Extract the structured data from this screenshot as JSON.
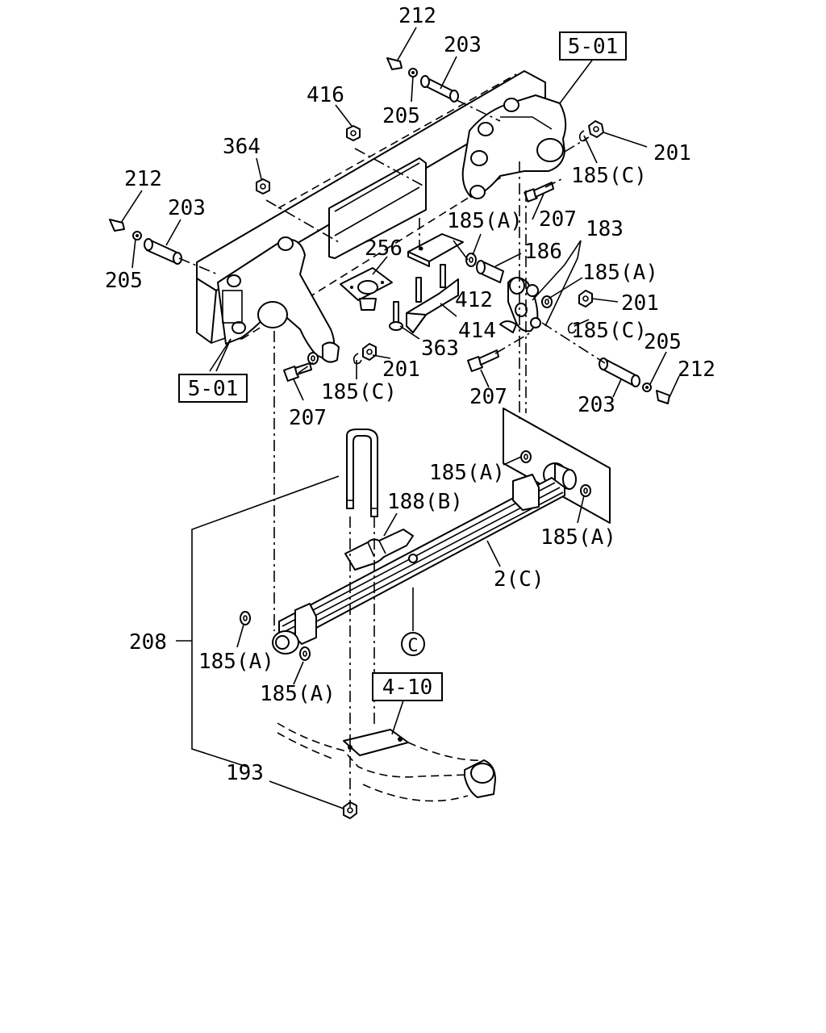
{
  "labels": {
    "p212_top": "212",
    "p203_top": "203",
    "p205_top": "205",
    "p416": "416",
    "p364": "364",
    "p212_left": "212",
    "p203_left": "203",
    "p205_left": "205",
    "p201_right": "201",
    "p185c_topright": "185(C)",
    "p207_right": "207",
    "p185a_mid": "185(A)",
    "p186": "186",
    "p183": "183",
    "p185a_shackle": "185(A)",
    "p256": "256",
    "p412": "412",
    "p414": "414",
    "p201_shackle": "201",
    "p185c_shackle": "185(C)",
    "p205_right": "205",
    "p212_right": "212",
    "p363": "363",
    "p201_mid": "201",
    "p185c_mid": "185(C)",
    "p207_mid": "207",
    "p203_right": "203",
    "p207_left": "207",
    "p185a_plate": "185(A)",
    "p188b": "188(B)",
    "p185a_eye": "185(A)",
    "p2c": "2(C)",
    "p208": "208",
    "p185a_left": "185(A)",
    "p185a_bottom": "185(A)",
    "p193": "193",
    "circle_c": "C"
  },
  "references": {
    "frame_top": "5-01",
    "frame_left": "5-01",
    "axle": "4-10"
  }
}
